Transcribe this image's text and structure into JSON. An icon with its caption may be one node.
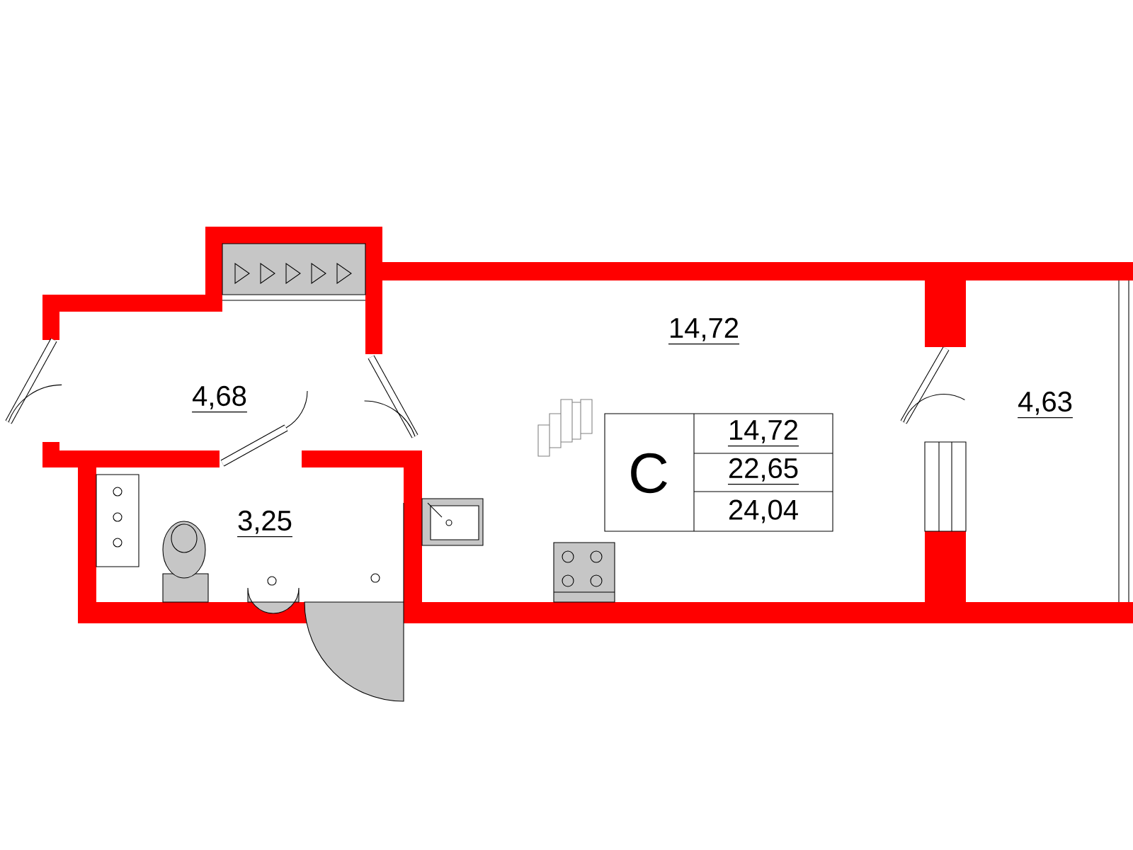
{
  "diagram": {
    "labels": [
      "14,72",
      "4,68",
      "3,25",
      "4,63",
      "С",
      "14,72",
      "22,65",
      "24,04"
    ]
  }
}
